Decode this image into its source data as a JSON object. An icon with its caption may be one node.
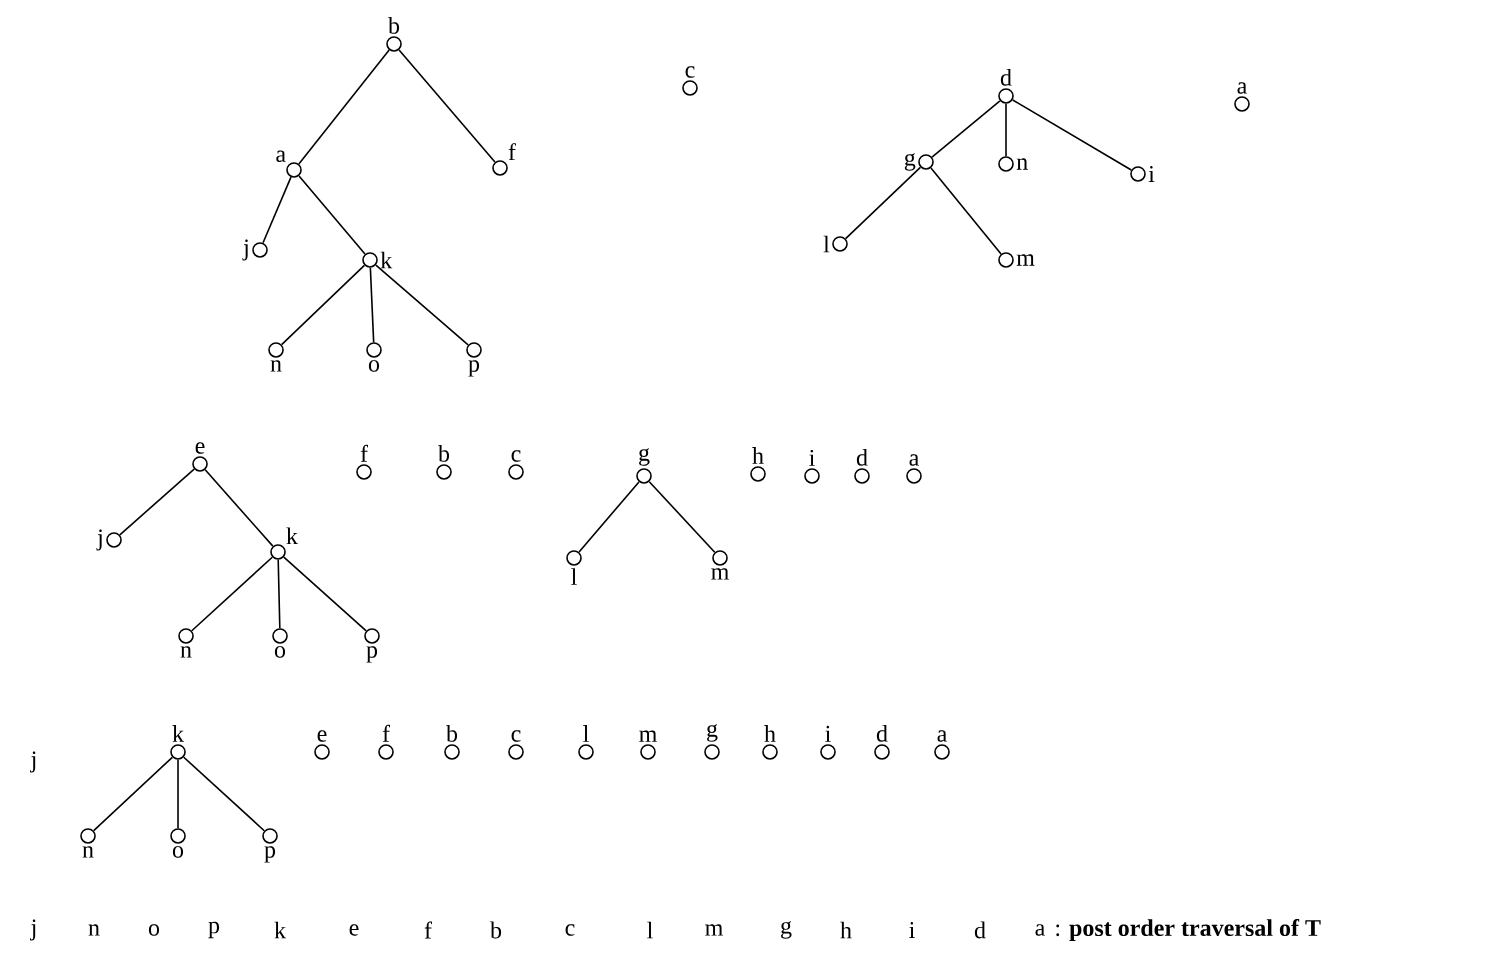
{
  "diagram": {
    "nodes": [
      {
        "text": [
          "b"
        ]
      },
      {
        "text": [
          "a"
        ]
      },
      {
        "text": [
          "f"
        ]
      },
      {
        "text": [
          "j"
        ]
      },
      {
        "text": [
          "k"
        ]
      },
      {
        "text": [
          "n"
        ]
      },
      {
        "text": [
          "o"
        ]
      },
      {
        "text": [
          "p"
        ]
      },
      {
        "text": [
          "c"
        ]
      },
      {
        "text": [
          "d"
        ]
      },
      {
        "text": [
          "g"
        ]
      },
      {
        "text": [
          "n"
        ]
      },
      {
        "text": [
          "i"
        ]
      },
      {
        "text": [
          "l"
        ]
      },
      {
        "text": [
          "m"
        ]
      },
      {
        "text": [
          "a"
        ]
      },
      {
        "text": [
          "e"
        ]
      },
      {
        "text": [
          "j"
        ]
      },
      {
        "text": [
          "k"
        ]
      },
      {
        "text": [
          "n"
        ]
      },
      {
        "text": [
          "o"
        ]
      },
      {
        "text": [
          "p"
        ]
      },
      {
        "text": [
          "f"
        ]
      },
      {
        "text": [
          "b"
        ]
      },
      {
        "text": [
          "c"
        ]
      },
      {
        "text": [
          "g"
        ]
      },
      {
        "text": [
          "l"
        ]
      },
      {
        "text": [
          "m"
        ]
      },
      {
        "text": [
          "h"
        ]
      },
      {
        "text": [
          "i"
        ]
      },
      {
        "text": [
          "d"
        ]
      },
      {
        "text": [
          "a"
        ]
      },
      {
        "text": [
          "k"
        ]
      },
      {
        "text": [
          "n"
        ]
      },
      {
        "text": [
          "o"
        ]
      },
      {
        "text": [
          "p"
        ]
      },
      {
        "text": [
          "e"
        ]
      },
      {
        "text": [
          "f"
        ]
      },
      {
        "text": [
          "b"
        ]
      },
      {
        "text": [
          "c"
        ]
      },
      {
        "text": [
          "l"
        ]
      },
      {
        "text": [
          "m"
        ]
      },
      {
        "text": [
          "g"
        ]
      },
      {
        "text": [
          "h"
        ]
      },
      {
        "text": [
          "i"
        ]
      },
      {
        "text": [
          "d"
        ]
      },
      {
        "text": [
          "a"
        ]
      }
    ],
    "edges": [
      {
        "from": 0,
        "to": 1,
        "arrow": "none"
      },
      {
        "from": 0,
        "to": 2,
        "arrow": "none"
      },
      {
        "from": 1,
        "to": 3,
        "arrow": "none"
      },
      {
        "from": 1,
        "to": 4,
        "arrow": "none"
      },
      {
        "from": 4,
        "to": 5,
        "arrow": "none"
      },
      {
        "from": 4,
        "to": 6,
        "arrow": "none"
      },
      {
        "from": 4,
        "to": 7,
        "arrow": "none"
      },
      {
        "from": 9,
        "to": 10,
        "arrow": "none"
      },
      {
        "from": 9,
        "to": 11,
        "arrow": "none"
      },
      {
        "from": 9,
        "to": 12,
        "arrow": "none"
      },
      {
        "from": 10,
        "to": 13,
        "arrow": "none"
      },
      {
        "from": 10,
        "to": 14,
        "arrow": "none"
      },
      {
        "from": 16,
        "to": 17,
        "arrow": "none"
      },
      {
        "from": 16,
        "to": 18,
        "arrow": "none"
      },
      {
        "from": 18,
        "to": 19,
        "arrow": "none"
      },
      {
        "from": 18,
        "to": 20,
        "arrow": "none"
      },
      {
        "from": 18,
        "to": 21,
        "arrow": "none"
      },
      {
        "from": 25,
        "to": 26,
        "arrow": "none"
      },
      {
        "from": 25,
        "to": 27,
        "arrow": "none"
      },
      {
        "from": 32,
        "to": 33,
        "arrow": "none"
      },
      {
        "from": 32,
        "to": 34,
        "arrow": "none"
      },
      {
        "from": 32,
        "to": 35,
        "arrow": "none"
      }
    ],
    "labels": [
      "j",
      "j",
      "n",
      "o",
      "p",
      "k",
      "e",
      "f",
      "b",
      "c",
      "l",
      "m",
      "g",
      "h",
      "i",
      "d",
      "a",
      ": **post order traversal of T**"
    ]
  }
}
